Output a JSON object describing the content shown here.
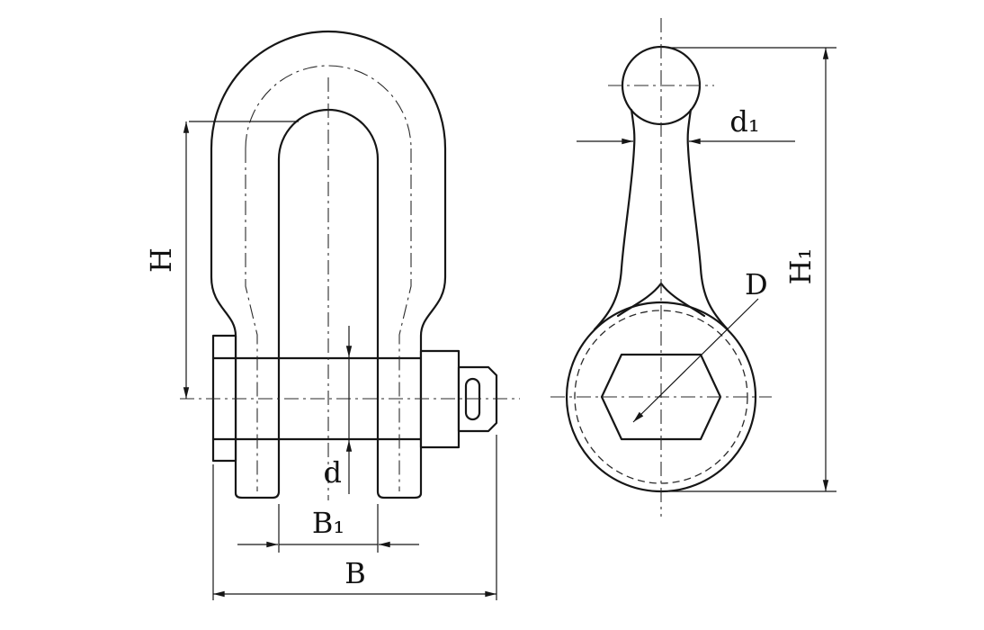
{
  "drawing": {
    "title": "Shackle technical drawing (two views)",
    "background": "#ffffff",
    "line_color": "#161616",
    "views": {
      "front": "front view with bolt, nut and cotter pin",
      "side": "side view with eye and hex socket boss"
    },
    "labels": {
      "H": "H",
      "d": "d",
      "B1": "B₁",
      "B": "B",
      "d1": "d₁",
      "H1": "H₁",
      "D": "D"
    }
  }
}
